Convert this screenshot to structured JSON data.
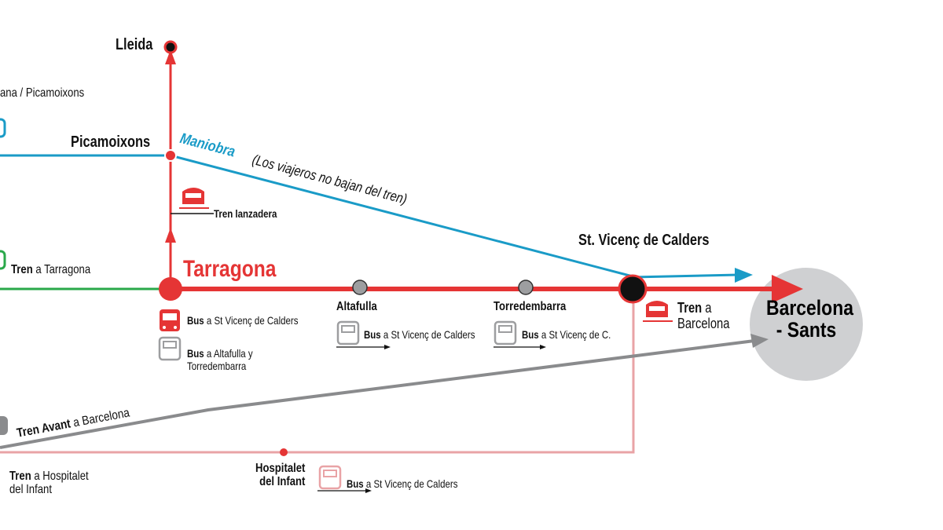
{
  "colors": {
    "red": "#e53535",
    "blue": "#1a9bc7",
    "green": "#2aa84a",
    "grey": "#8a8b8d",
    "pink": "#e9a3a6",
    "sants_circle": "#cfd0d2"
  },
  "stations": {
    "lleida": "Lleida",
    "picamoixons": "Picamoixons",
    "tarragona": "Tarragona",
    "altafulla": "Altafulla",
    "torredembarra": "Torredembarra",
    "st_vicenc": "St. Vicenç de Calders",
    "barcelona_1": "Barcelona",
    "barcelona_2": "- Sants",
    "hospitalet_1": "Hospitalet",
    "hospitalet_2": "del Infant"
  },
  "labels": {
    "top_left_partial": "ana / Picamoixons",
    "maniobra": "Maniobra",
    "maniobra_note": "(Los viajeros no bajan del tren)",
    "tren_lanzadera": "Tren lanzadera",
    "left_tren": "Tren",
    "left_tren_dest": "a Tarragona",
    "tar_bus1_bold": "Bus",
    "tar_bus1_rest": "a St Vicenç de Calders",
    "tar_bus2_bold": "Bus",
    "tar_bus2_rest1": "a Altafulla y",
    "tar_bus2_rest2": "Torredembarra",
    "alta_bus_bold": "Bus",
    "alta_bus_rest": "a St Vicenç de Calders",
    "torr_bus_bold": "Bus",
    "torr_bus_rest": "a St Vicenç de C.",
    "svc_tren_bold": "Tren",
    "svc_tren_rest1": "a",
    "svc_tren_rest2": "Barcelona",
    "avant_bold": "Tren Avant",
    "avant_rest": "a Barcelona",
    "hosp_tren_bold": "Tren",
    "hosp_tren_rest1": "a Hospitalet",
    "hosp_tren_rest2": "del Infant",
    "hosp_bus_bold": "Bus",
    "hosp_bus_rest": "a St Vicenç de Calders"
  }
}
